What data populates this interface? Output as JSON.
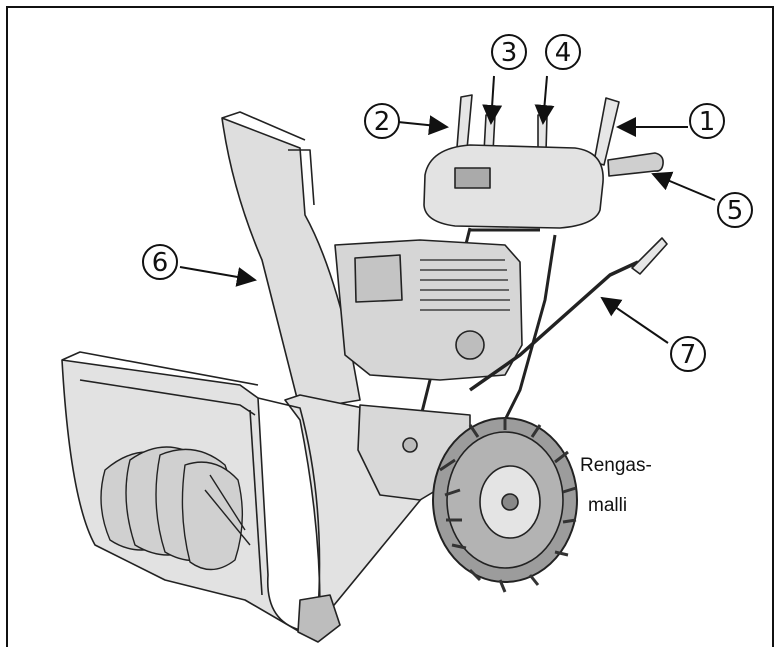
{
  "illustration": {
    "subject-icon": "snow-blower-icon",
    "callouts": [
      {
        "id": "1",
        "label": "1"
      },
      {
        "id": "2",
        "label": "2"
      },
      {
        "id": "3",
        "label": "3"
      },
      {
        "id": "4",
        "label": "4"
      },
      {
        "id": "5",
        "label": "5"
      },
      {
        "id": "6",
        "label": "6"
      },
      {
        "id": "7",
        "label": "7"
      }
    ],
    "note": {
      "line1": "Rengas-",
      "line2": "malli"
    }
  },
  "colors": {
    "line": "#111111",
    "body": "#dcdcdc",
    "shade": "#a9a9a9"
  }
}
